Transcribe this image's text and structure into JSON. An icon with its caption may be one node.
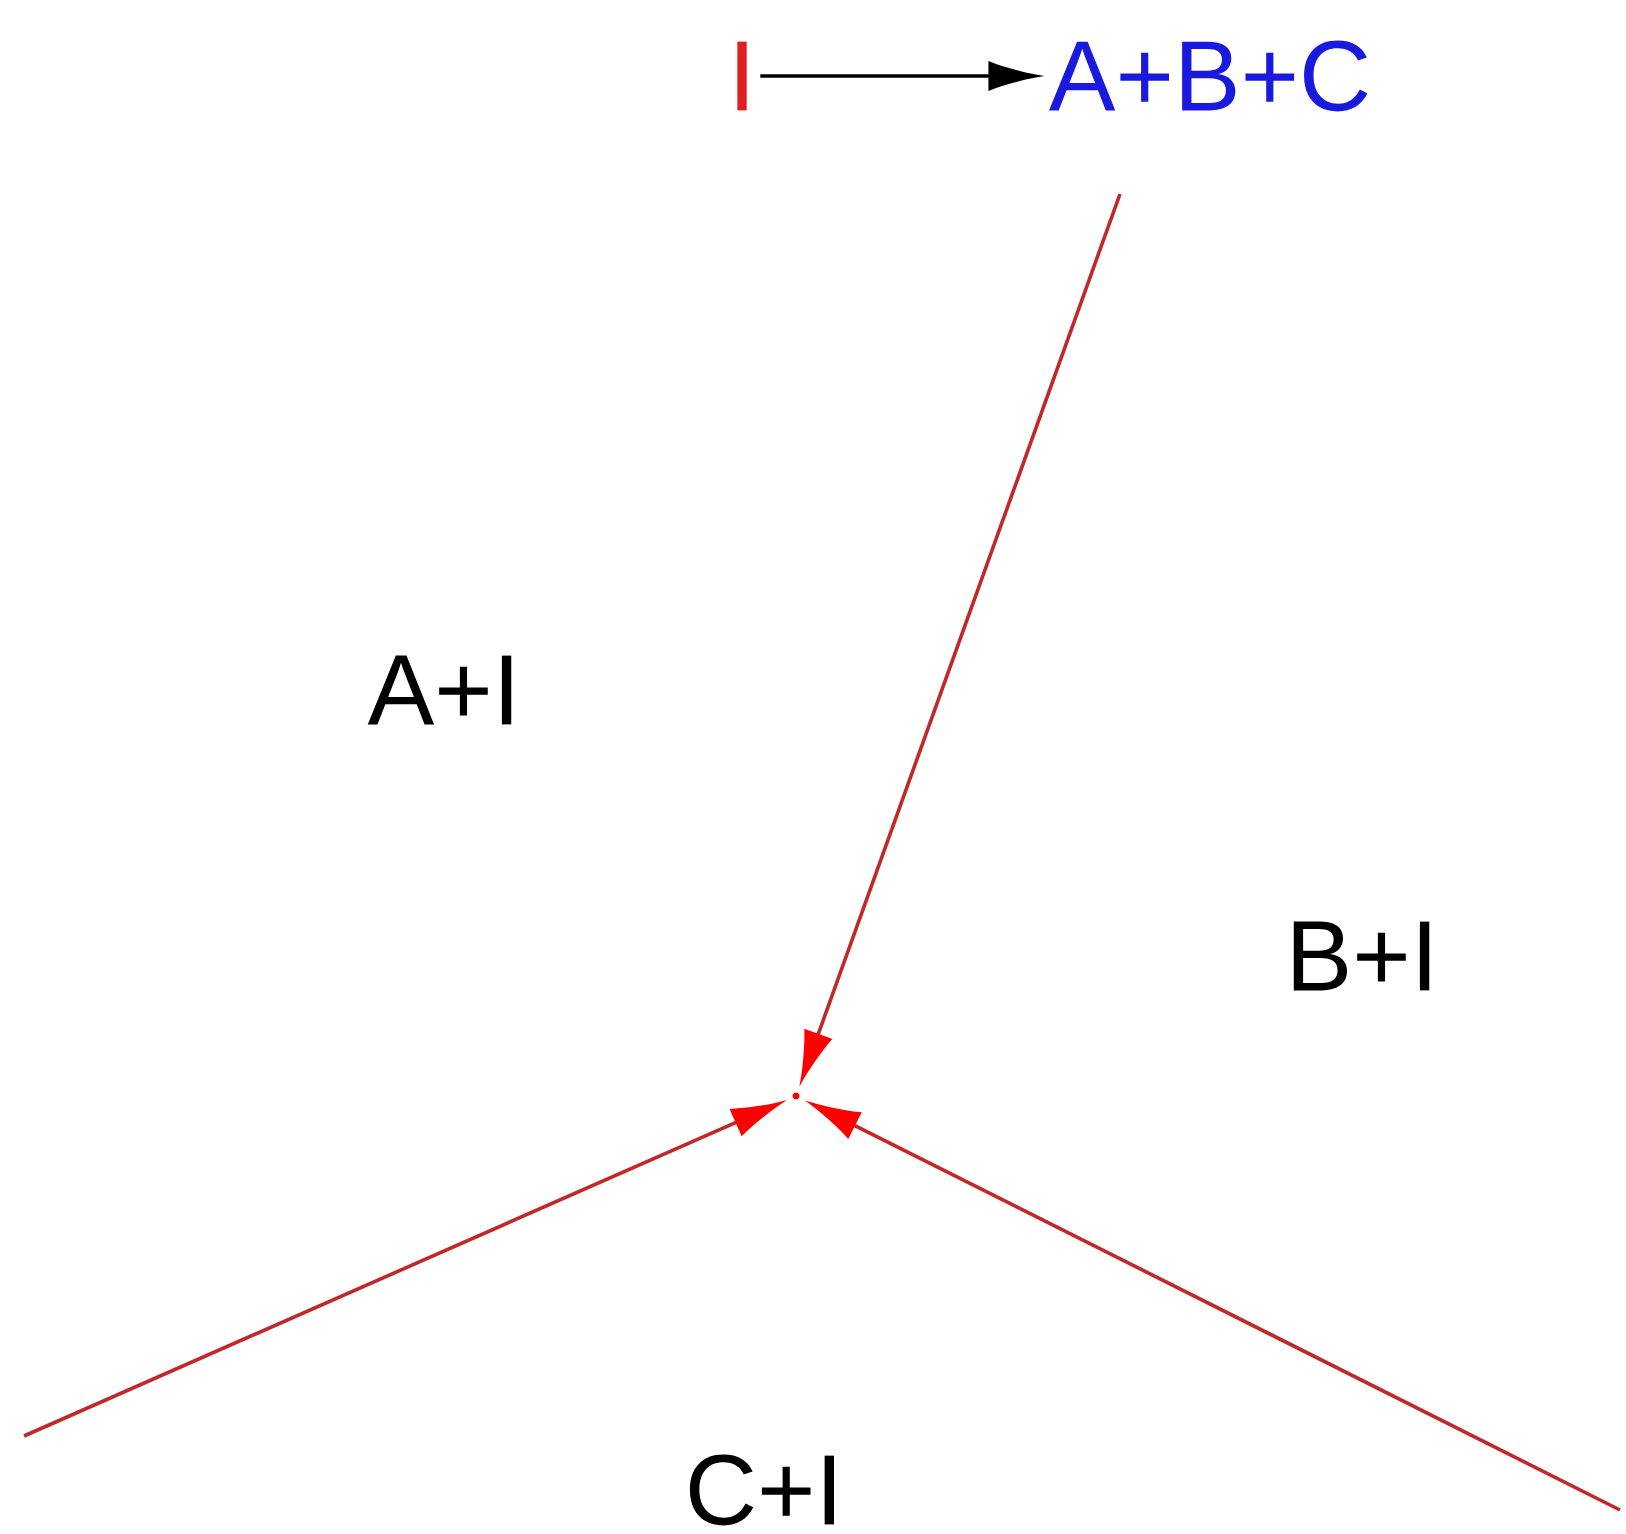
{
  "diagram": {
    "nodes": [
      {
        "text": [
          "I"
        ]
      },
      {
        "text": [
          "A+B+C"
        ]
      },
      {
        "text": [],
        "shape": "point"
      }
    ],
    "edges": [
      {
        "from": 0,
        "to": 1,
        "arrow": "to",
        "color": "#000000"
      },
      {
        "from": null,
        "to": 2,
        "arrow": "to",
        "color": "#c0282a"
      },
      {
        "from": null,
        "to": 2,
        "arrow": "to",
        "color": "#c0282a"
      },
      {
        "from": null,
        "to": 2,
        "arrow": "to",
        "color": "#c0282a"
      }
    ],
    "labels": [
      "A+I",
      "B+I",
      "C+I"
    ]
  }
}
